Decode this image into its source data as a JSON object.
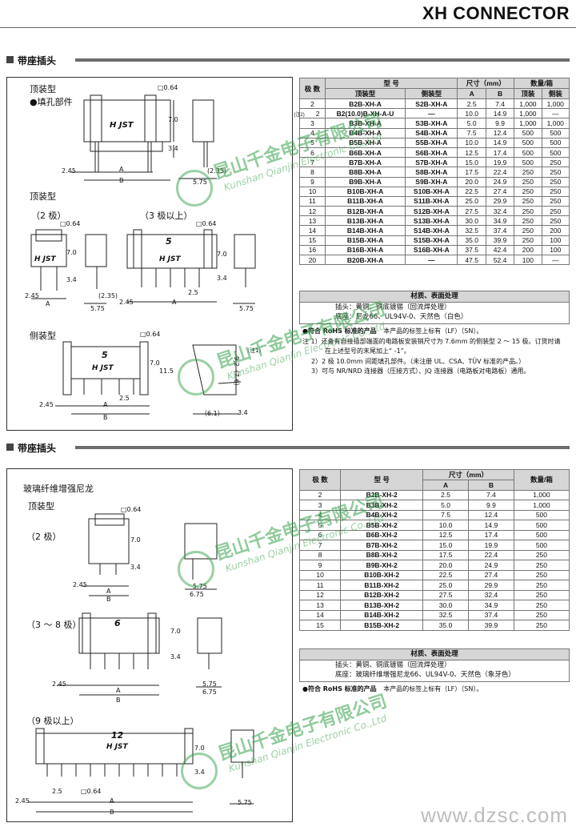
{
  "header": {
    "title": "XH CONNECTOR"
  },
  "section1": {
    "bar_label": "带座插头",
    "left": {
      "top_type": "顶装型",
      "filled_hole": "●填孔部件",
      "top_type2": "顶装型",
      "two_pole": "（2 极）",
      "three_plus": "（3 极以上）",
      "side_type": "侧装型",
      "dims": {
        "d064": "□0.64",
        "d70": "7.0",
        "d34": "3.4",
        "d245": "2.45",
        "dA": "A",
        "dB": "B",
        "d235": "(2.35)",
        "d575": "5.75",
        "d25": "2.5",
        "d115": "11.5",
        "d92": "9.2（7.6）",
        "dnote": "（注1）",
        "d61": "（6.1）",
        "jst": "H JST",
        "n5": "5"
      }
    },
    "table": {
      "headers": {
        "poles": "极 数",
        "model": "型 号",
        "top": "顶装型",
        "side": "侧装型",
        "dim": "尺寸（mm）",
        "A": "A",
        "B": "B",
        "qty": "数量/箱",
        "qtop": "顶装",
        "qside": "侧装"
      },
      "rows": [
        {
          "p": "2",
          "top": "B2B-XH-A",
          "side": "S2B-XH-A",
          "A": "2.5",
          "B": "7.4",
          "q1": "1,000",
          "q2": "1,000",
          "pre": ""
        },
        {
          "p": "2",
          "top": "B2(10.0)B-XH-A-U",
          "side": "—",
          "A": "10.0",
          "B": "14.9",
          "q1": "1,000",
          "q2": "—",
          "pre": "(注2)"
        },
        {
          "p": "3",
          "top": "B3B-XH-A",
          "side": "S3B-XH-A",
          "A": "5.0",
          "B": "9.9",
          "q1": "1,000",
          "q2": "1,000",
          "pre": ""
        },
        {
          "p": "4",
          "top": "B4B-XH-A",
          "side": "S4B-XH-A",
          "A": "7.5",
          "B": "12.4",
          "q1": "500",
          "q2": "500",
          "pre": ""
        },
        {
          "p": "5",
          "top": "B5B-XH-A",
          "side": "S5B-XH-A",
          "A": "10.0",
          "B": "14.9",
          "q1": "500",
          "q2": "500",
          "pre": ""
        },
        {
          "p": "6",
          "top": "B6B-XH-A",
          "side": "S6B-XH-A",
          "A": "12.5",
          "B": "17.4",
          "q1": "500",
          "q2": "500",
          "pre": ""
        },
        {
          "p": "7",
          "top": "B7B-XH-A",
          "side": "S7B-XH-A",
          "A": "15.0",
          "B": "19.9",
          "q1": "500",
          "q2": "250",
          "pre": ""
        },
        {
          "p": "8",
          "top": "B8B-XH-A",
          "side": "S8B-XH-A",
          "A": "17.5",
          "B": "22.4",
          "q1": "250",
          "q2": "250",
          "pre": ""
        },
        {
          "p": "9",
          "top": "B9B-XH-A",
          "side": "S9B-XH-A",
          "A": "20.0",
          "B": "24.9",
          "q1": "250",
          "q2": "250",
          "pre": ""
        },
        {
          "p": "10",
          "top": "B10B-XH-A",
          "side": "S10B-XH-A",
          "A": "22.5",
          "B": "27.4",
          "q1": "250",
          "q2": "250",
          "pre": ""
        },
        {
          "p": "11",
          "top": "B11B-XH-A",
          "side": "S11B-XH-A",
          "A": "25.0",
          "B": "29.9",
          "q1": "250",
          "q2": "250",
          "pre": ""
        },
        {
          "p": "12",
          "top": "B12B-XH-A",
          "side": "S12B-XH-A",
          "A": "27.5",
          "B": "32.4",
          "q1": "250",
          "q2": "250",
          "pre": ""
        },
        {
          "p": "13",
          "top": "B13B-XH-A",
          "side": "S13B-XH-A",
          "A": "30.0",
          "B": "34.9",
          "q1": "250",
          "q2": "250",
          "pre": ""
        },
        {
          "p": "14",
          "top": "B14B-XH-A",
          "side": "S14B-XH-A",
          "A": "32.5",
          "B": "37.4",
          "q1": "250",
          "q2": "200",
          "pre": ""
        },
        {
          "p": "15",
          "top": "B15B-XH-A",
          "side": "S15B-XH-A",
          "A": "35.0",
          "B": "39.9",
          "q1": "250",
          "q2": "100",
          "pre": ""
        },
        {
          "p": "16",
          "top": "B16B-XH-A",
          "side": "S16B-XH-A",
          "A": "37.5",
          "B": "42.4",
          "q1": "200",
          "q2": "100",
          "pre": ""
        },
        {
          "p": "20",
          "top": "B20B-XH-A",
          "side": "—",
          "A": "47.5",
          "B": "52.4",
          "q1": "100",
          "q2": "—",
          "pre": ""
        }
      ]
    },
    "material": {
      "head": "材质、表面处理",
      "l1": "插头：黄铜、铜底镀锡（回流焊处理）",
      "l2": "底座：尼龙66、UL94V-0、天然色（白色）"
    },
    "notes": {
      "rohs_a": "●符合 RoHS 标准的产品",
      "rohs_b": "本产品的标签上标有（LF）（SN）。",
      "n1a": "注 1）还备有自接插部端面的电路板安装销尺寸为 7.6mm 的侧装型 2 ～ 15 极。订货时请",
      "n1b": "在上述型号的末尾加上“ -1”。",
      "n2": "2）2 极 10.0mm 间距填孔部件。（未注册 UL、CSA、TÜV 标准的产品。）",
      "n3": "3）可与 NR/NRD 连接器（压接方式）、JQ 连接器（电路板对电路板）通用。"
    }
  },
  "section2": {
    "bar_label": "带座插头",
    "left": {
      "material_title": "玻璃纤维增强尼龙",
      "top_type": "顶装型",
      "two_pole": "（2 极）",
      "three_eight": "（3 ～ 8 极）",
      "nine_plus": "（9 极以上）",
      "dims": {
        "d064": "□0.64",
        "d70": "7.0",
        "d34": "3.4",
        "d245": "2.45",
        "dA": "A",
        "dB": "B",
        "d575": "5.75",
        "d675": "6.75",
        "d25": "2.5",
        "n6": "6",
        "n12": "12",
        "jst": "H JST"
      }
    },
    "table": {
      "headers": {
        "poles": "极 数",
        "model": "型 号",
        "dim": "尺寸（mm）",
        "A": "A",
        "B": "B",
        "qty": "数量/箱"
      },
      "rows": [
        {
          "p": "2",
          "m": "B2B-XH-2",
          "A": "2.5",
          "B": "7.4",
          "q": "1,000"
        },
        {
          "p": "3",
          "m": "B3B-XH-2",
          "A": "5.0",
          "B": "9.9",
          "q": "1,000"
        },
        {
          "p": "4",
          "m": "B4B-XH-2",
          "A": "7.5",
          "B": "12.4",
          "q": "500"
        },
        {
          "p": "5",
          "m": "B5B-XH-2",
          "A": "10.0",
          "B": "14.9",
          "q": "500"
        },
        {
          "p": "6",
          "m": "B6B-XH-2",
          "A": "12.5",
          "B": "17.4",
          "q": "500"
        },
        {
          "p": "7",
          "m": "B7B-XH-2",
          "A": "15.0",
          "B": "19.9",
          "q": "500"
        },
        {
          "p": "8",
          "m": "B8B-XH-2",
          "A": "17.5",
          "B": "22.4",
          "q": "250"
        },
        {
          "p": "9",
          "m": "B9B-XH-2",
          "A": "20.0",
          "B": "24.9",
          "q": "250"
        },
        {
          "p": "10",
          "m": "B10B-XH-2",
          "A": "22.5",
          "B": "27.4",
          "q": "250"
        },
        {
          "p": "11",
          "m": "B11B-XH-2",
          "A": "25.0",
          "B": "29.9",
          "q": "250"
        },
        {
          "p": "12",
          "m": "B12B-XH-2",
          "A": "27.5",
          "B": "32.4",
          "q": "250"
        },
        {
          "p": "13",
          "m": "B13B-XH-2",
          "A": "30.0",
          "B": "34.9",
          "q": "250"
        },
        {
          "p": "14",
          "m": "B14B-XH-2",
          "A": "32.5",
          "B": "37.4",
          "q": "250"
        },
        {
          "p": "15",
          "m": "B15B-XH-2",
          "A": "35.0",
          "B": "39.9",
          "q": "250"
        }
      ]
    },
    "material": {
      "head": "材质、表面处理",
      "l1": "插头：黄铜、铜底镀锡（回流焊处理）",
      "l2": "底座：玻璃纤维增强尼龙66、UL94V-0、天然色（象牙色）"
    },
    "notes": {
      "rohs_a": "●符合 RoHS 标准的产品",
      "rohs_b": "本产品的标签上标有（LF）（SN）。"
    }
  },
  "watermark": {
    "cn": "昆山千金电子有限公司",
    "en": "Kunshan Qianjin Electronic Co.,Ltd"
  },
  "footer": {
    "site": "www.dzsc.com"
  }
}
